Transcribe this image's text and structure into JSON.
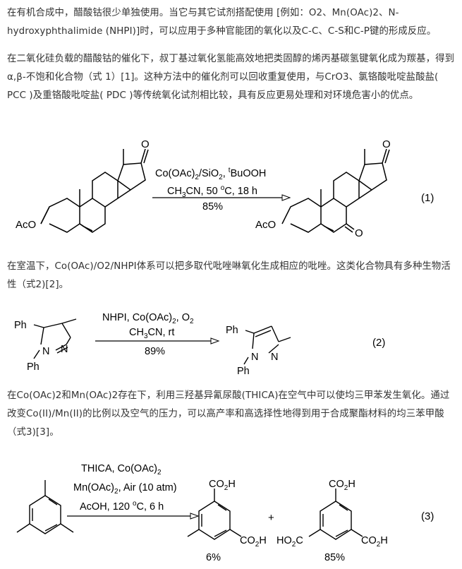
{
  "paragraphs": [
    "在有机合成中，醋酸钴很少单独使用。当它与其它试剂搭配使用 [例如：O2、Mn(OAc)2、N-hydroxyphthalimide (NHPI)]时，可以应用于多种官能团的氧化以及C-C、C-S和C-P键的形成反应。",
    "在二氧化硅负载的醋酸钴的催化下，叔丁基过氧化氢能高效地把类固醇的烯丙基碳氢键氧化成为羰基，得到α,β-不饱和化合物（式 1）[1]。这种方法中的催化剂可以回收重复使用，与CrO3、氯铬酸吡啶盐酸盐( PCC )及重铬酸吡啶盐( PDC )等传统氧化试剂相比较，具有反应更易处理和对环境危害小的优点。",
    "在室温下，Co(OAc)/O2/NHPI体系可以把多取代吡唑啉氧化生成相应的吡唑。这类化合物具有多种生物活性（式2)[2]。",
    "在Co(OAc)2和Mn(OAc)2存在下，利用三羟基异氰尿酸(THICA)在空气中可以使均三甲苯发生氧化。通过改变Co(II)/Mn(II)的比例以及空气的压力，可以高产率和高选择性地得到用于合成聚酯材料的均三苯甲酸（式3)[3]。"
  ],
  "schemes": {
    "eq1": {
      "label": "(1)",
      "conditions_line1_a": "Co(OAc)",
      "conditions_line1_b": "2",
      "conditions_line1_c": "/SiO",
      "conditions_line1_d": "2",
      "conditions_line1_e": ", ",
      "conditions_line1_f": "t",
      "conditions_line1_g": "BuOOH",
      "conditions_line2_a": "CH",
      "conditions_line2_b": "3",
      "conditions_line2_c": "CN, 50 ",
      "conditions_line2_d": "o",
      "conditions_line2_e": "C, 18 h",
      "yield": "85%",
      "reactant_group": "AcO",
      "reactant_ketone": "O",
      "product_group": "AcO",
      "product_ketone": "O",
      "product_enone_o": "O"
    },
    "eq2": {
      "label": "(2)",
      "conditions_line1_a": "NHPI, Co(OAc)",
      "conditions_line1_b": "2",
      "conditions_line1_c": ", O",
      "conditions_line1_d": "2",
      "conditions_line2_a": "CH",
      "conditions_line2_b": "3",
      "conditions_line2_c": "CN, rt",
      "yield": "89%",
      "reactant_ph_top": "Ph",
      "reactant_ph_bottom": "Ph",
      "reactant_n1": "N",
      "reactant_n2": "N",
      "product_ph_top": "Ph",
      "product_ph_bottom": "Ph",
      "product_n1": "N",
      "product_n2": "N"
    },
    "eq3": {
      "label": "(3)",
      "conditions_line1_a": "THICA, Co(OAc)",
      "conditions_line1_b": "2",
      "conditions_line2_a": "Mn(OAc)",
      "conditions_line2_b": "2",
      "conditions_line2_c": ", Air (10 atm)",
      "conditions_line3_a": "AcOH, 120 ",
      "conditions_line3_b": "o",
      "conditions_line3_c": "C, 6 h",
      "plus": "+",
      "product1_top_a": "CO",
      "product1_top_b": "2",
      "product1_top_c": "H",
      "product1_right_a": "CO",
      "product1_right_b": "2",
      "product1_right_c": "H",
      "product1_yield": "6%",
      "product2_top_a": "CO",
      "product2_top_b": "2",
      "product2_top_c": "H",
      "product2_left_a": "HO",
      "product2_left_b": "2",
      "product2_left_c": "C",
      "product2_right_a": "CO",
      "product2_right_b": "2",
      "product2_right_c": "H",
      "product2_yield": "85%"
    }
  }
}
